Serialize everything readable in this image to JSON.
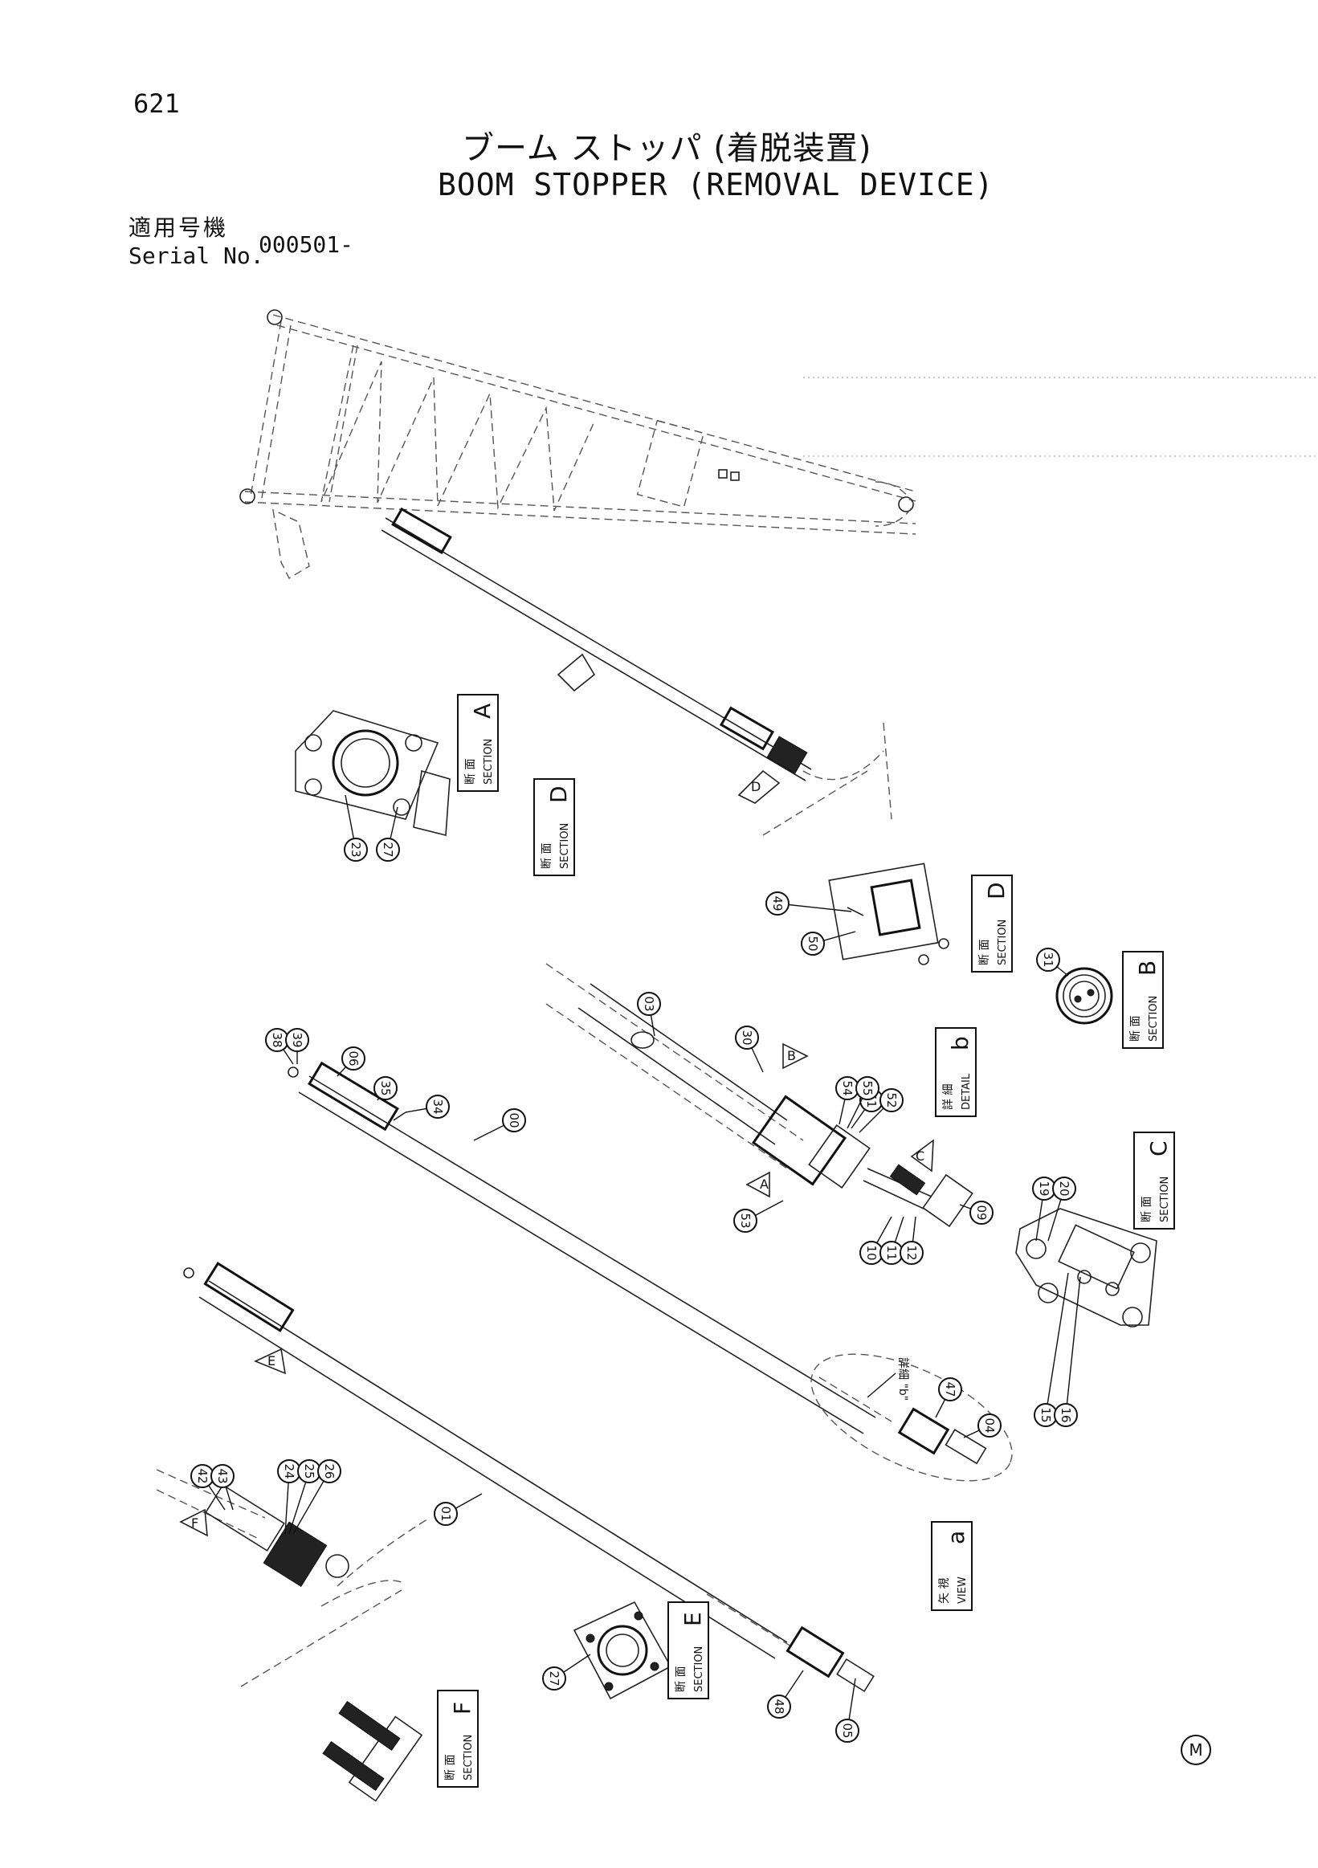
{
  "header": {
    "page_number": "621",
    "title_jp": "ブーム ストッパ (着脱装置)",
    "title_en": "BOOM STOPPER (REMOVAL DEVICE)",
    "serial_label_jp": "適用号機",
    "serial_label_en": "Serial No.",
    "serial_value": "000501-"
  },
  "callouts": [
    "00",
    "01",
    "03",
    "04",
    "05",
    "06",
    "09",
    "10",
    "11",
    "12",
    "15",
    "16",
    "19",
    "20",
    "23",
    "24",
    "25",
    "26",
    "27",
    "30",
    "31",
    "34",
    "35",
    "38",
    "39",
    "42",
    "43",
    "47",
    "48",
    "49",
    "50",
    "51",
    "52",
    "53",
    "54",
    "55"
  ],
  "section_labels": [
    {
      "id": "sec-a",
      "jp": "断 面",
      "en": "SECTION",
      "letter": "A"
    },
    {
      "id": "sec-b",
      "jp": "断 面",
      "en": "SECTION",
      "letter": "B"
    },
    {
      "id": "sec-c",
      "jp": "断 面",
      "en": "SECTION",
      "letter": "C"
    },
    {
      "id": "sec-d1",
      "jp": "断 面",
      "en": "SECTION",
      "letter": "D"
    },
    {
      "id": "sec-d2",
      "jp": "断 面",
      "en": "SECTION",
      "letter": "D"
    },
    {
      "id": "sec-e",
      "jp": "断 面",
      "en": "SECTION",
      "letter": "E"
    },
    {
      "id": "sec-f",
      "jp": "断 面",
      "en": "SECTION",
      "letter": "F"
    },
    {
      "id": "det-b",
      "jp": "詳 細",
      "en": "DETAIL",
      "letter": "b"
    },
    {
      "id": "view-a",
      "jp": "矢 視",
      "en": "VIEW",
      "letter": "a"
    }
  ],
  "view_arrows": [
    "A",
    "B",
    "C",
    "D",
    "E",
    "F"
  ],
  "detail_note": "詳細 \"b\"",
  "footer_mark": "M"
}
